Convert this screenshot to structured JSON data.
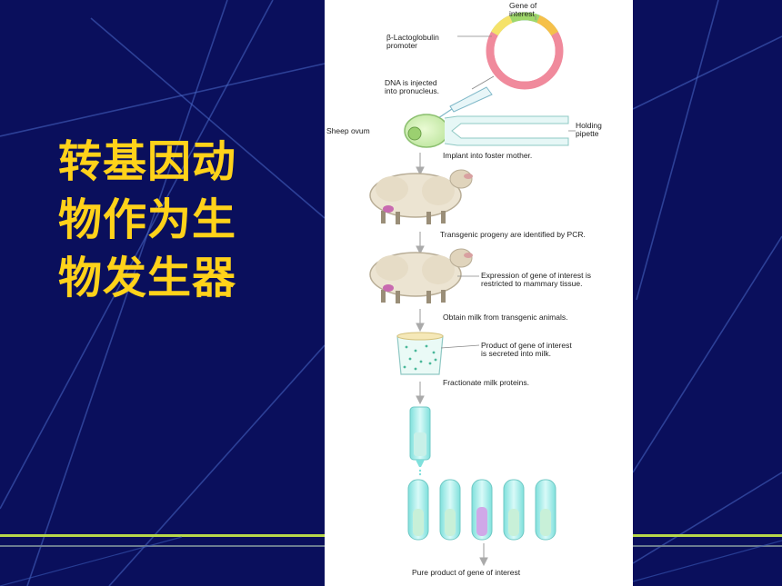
{
  "slide": {
    "title_lines": [
      "转基因动",
      "物作为生",
      "物发生器"
    ],
    "colors": {
      "background": "#0a0f5c",
      "title": "#ffd21a",
      "accent_line": "#b8d84a",
      "panel": "#ffffff"
    }
  },
  "diagram": {
    "labels": {
      "gene_of_interest_1": "Gene of",
      "gene_of_interest_2": "interest",
      "promoter_1": "β-Lactoglobulin",
      "promoter_2": "promoter",
      "dna_injected_1": "DNA is injected",
      "dna_injected_2": "into pronucleus.",
      "sheep_ovum": "Sheep ovum",
      "holding_pipette_1": "Holding",
      "holding_pipette_2": "pipette",
      "implant": "Implant into foster mother.",
      "progeny": "Transgenic progeny are identified by PCR.",
      "expression_1": "Expression of gene of interest is",
      "expression_2": "restricted to mammary tissue.",
      "obtain_milk": "Obtain milk from transgenic animals.",
      "product_secreted_1": "Product of gene of interest",
      "product_secreted_2": "is secreted into milk.",
      "fractionate": "Fractionate milk proteins.",
      "pure_product": "Pure product of gene of interest"
    }
  }
}
